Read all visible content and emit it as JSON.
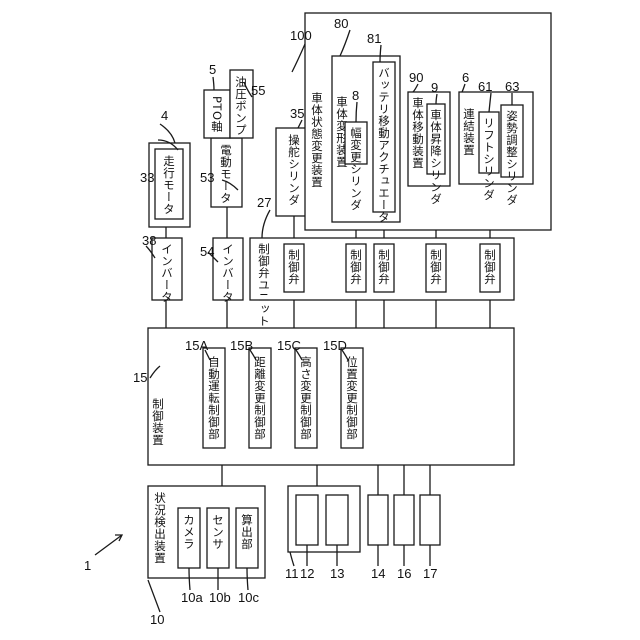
{
  "refs": {
    "r1": "1",
    "r4": "4",
    "r5": "5",
    "r6": "6",
    "r8": "8",
    "r9": "9",
    "r10": "10",
    "r10a": "10a",
    "r10b": "10b",
    "r10c": "10c",
    "r11": "11",
    "r12": "12",
    "r13": "13",
    "r14": "14",
    "r15": "15",
    "r15A": "15A",
    "r15B": "15B",
    "r15C": "15C",
    "r15D": "15D",
    "r16": "16",
    "r17": "17",
    "r27": "27",
    "r33": "33",
    "r35": "35",
    "r38": "38",
    "r53": "53",
    "r54": "54",
    "r55": "55",
    "r61": "61",
    "r63": "63",
    "r80": "80",
    "r81": "81",
    "r90": "90",
    "r100": "100"
  },
  "labels": {
    "travel_motor": "走行モータ",
    "electric_motor": "電動モータ",
    "pto_shaft": "PTO軸",
    "hydraulic_pump": "油圧ポンプ",
    "steering_cylinder": "操舵シリンダ",
    "body_state_changer": "車体状態変更装置",
    "body_deformer": "車体変形装置",
    "width_cylinder": "幅変更シリンダ",
    "battery_actuator": "バッテリ移動アクチュエータ",
    "body_mover": "車体移動装置",
    "lift_cylinder_body": "車体昇降シリンダ",
    "coupling_device": "連結装置",
    "lift_cylinder": "リフトシリンダ",
    "attitude_cylinder": "姿勢調整シリンダ",
    "inverter": "インバータ",
    "valve_unit": "制御弁ユニット",
    "valve": "制御弁",
    "control_device": "制御装置",
    "auto_drive": "自動運転制御部",
    "distance_change": "距離変更制御部",
    "height_change": "高さ変更制御部",
    "position_change": "位置変更制御部",
    "detector": "状況検出装置",
    "camera": "カメラ",
    "sensor": "センサ",
    "calculator": "算出部"
  }
}
